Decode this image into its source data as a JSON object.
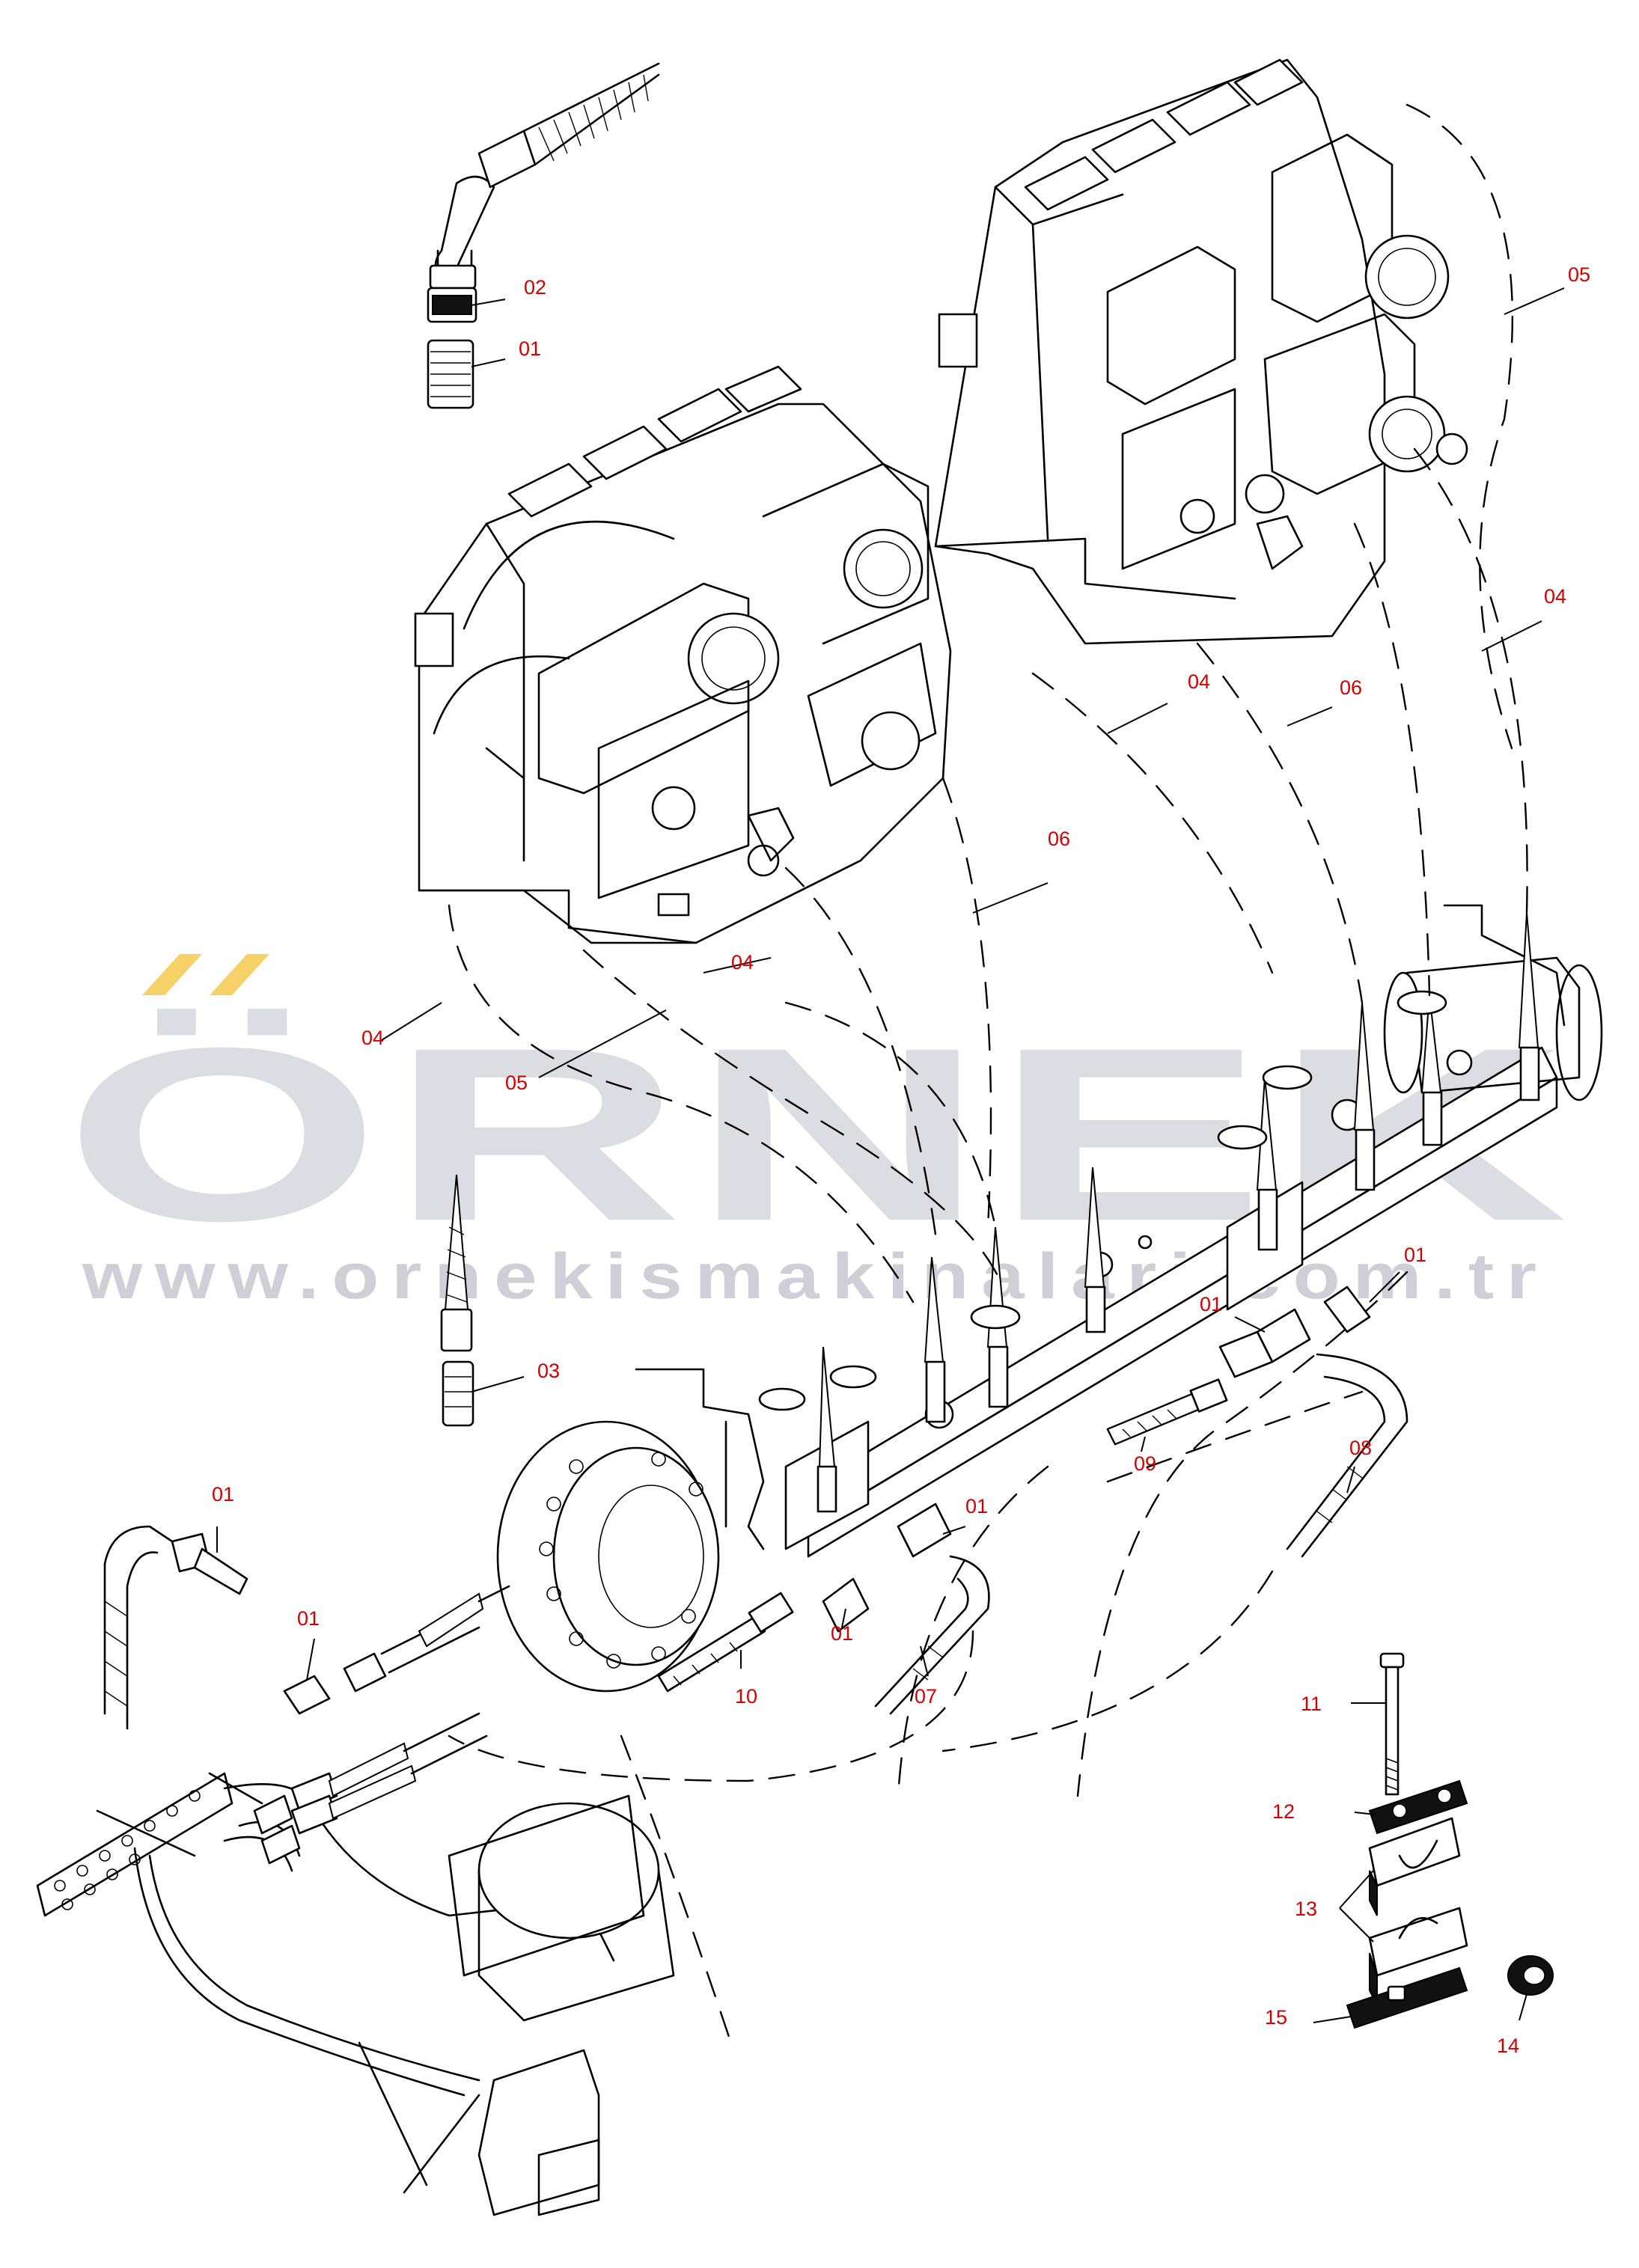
{
  "diagram": {
    "callouts": [
      {
        "id": "c02a",
        "label": "02"
      },
      {
        "id": "c01a",
        "label": "01"
      },
      {
        "id": "c05a",
        "label": "05"
      },
      {
        "id": "c04a",
        "label": "04"
      },
      {
        "id": "c04b",
        "label": "04"
      },
      {
        "id": "c06a",
        "label": "06"
      },
      {
        "id": "c06b",
        "label": "06"
      },
      {
        "id": "c04c",
        "label": "04"
      },
      {
        "id": "c04d",
        "label": "04"
      },
      {
        "id": "c05b",
        "label": "05"
      },
      {
        "id": "c03",
        "label": "03"
      },
      {
        "id": "c01b",
        "label": "01"
      },
      {
        "id": "c01c",
        "label": "01"
      },
      {
        "id": "c08",
        "label": "08"
      },
      {
        "id": "c09",
        "label": "09"
      },
      {
        "id": "c01d",
        "label": "01"
      },
      {
        "id": "c01e",
        "label": "01"
      },
      {
        "id": "c01f",
        "label": "01"
      },
      {
        "id": "c01g",
        "label": "01"
      },
      {
        "id": "c10",
        "label": "10"
      },
      {
        "id": "c07",
        "label": "07"
      },
      {
        "id": "c11",
        "label": "11"
      },
      {
        "id": "c12",
        "label": "12"
      },
      {
        "id": "c13",
        "label": "13"
      },
      {
        "id": "c14",
        "label": "14"
      },
      {
        "id": "c15",
        "label": "15"
      }
    ]
  },
  "watermark": {
    "logo_text": "ÖRNEK",
    "url_text": "www.ornekismakinalari.com.tr"
  },
  "colors": {
    "callout": "#d40000",
    "line": "#000000",
    "watermark_gray": "#7d7b96",
    "watermark_accent": "#f4c542"
  }
}
